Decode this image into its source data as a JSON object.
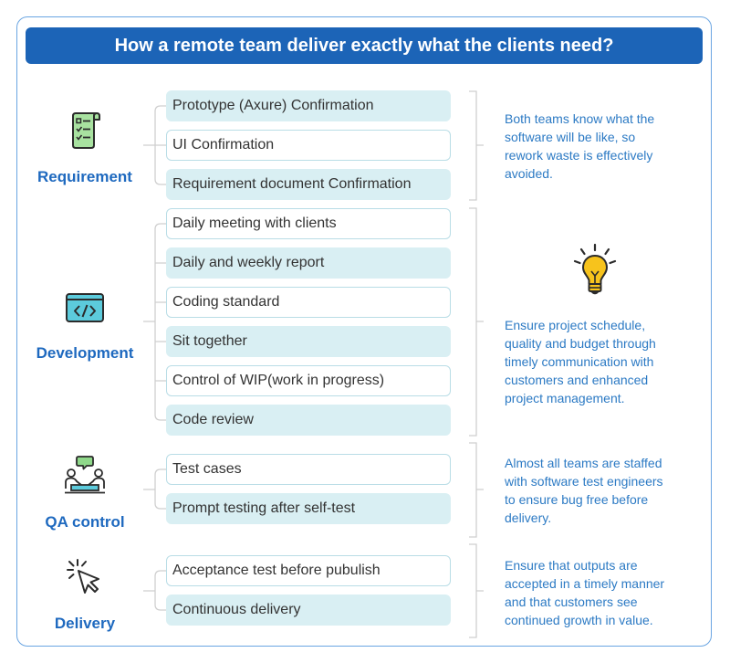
{
  "title": "How a remote team deliver exactly what the clients need?",
  "colors": {
    "title_bar": "#1c64b7",
    "frame": "#6aa5e2",
    "label": "#1e69bf",
    "description": "#2c7ac4",
    "item_fill": "#d9eff3",
    "item_border": "#b9dde6",
    "icon_green": "#a8e2a0",
    "icon_teal": "#5ccbdc",
    "icon_yellow": "#f7c31c"
  },
  "insight_icon": "lightbulb-icon",
  "sections": [
    {
      "label": "Requirement",
      "icon": "checklist-icon",
      "items": [
        "Prototype (Axure) Confirmation",
        "UI Confirmation",
        "Requirement document Confirmation"
      ],
      "description": [
        "Both teams know what the",
        "software will be like, so",
        "rework waste is effectively",
        "avoided."
      ]
    },
    {
      "label": "Development",
      "icon": "code-window-icon",
      "items": [
        "Daily meeting with clients",
        "Daily and weekly report",
        "Coding standard",
        "Sit together",
        "Control of WIP(work in progress)",
        "Code review"
      ],
      "description": [
        "Ensure project schedule,",
        "quality and budget through",
        "timely communication with",
        "customers and enhanced",
        "project management."
      ]
    },
    {
      "label": "QA control",
      "icon": "team-discussion-icon",
      "items": [
        "Test cases",
        "Prompt testing after self-test"
      ],
      "description": [
        "Almost all teams are staffed",
        "with software test engineers",
        "to ensure bug free before",
        "delivery."
      ]
    },
    {
      "label": "Delivery",
      "icon": "cursor-click-icon",
      "items": [
        "Acceptance test before pubulish",
        "Continuous delivery"
      ],
      "description": [
        "Ensure that outputs are",
        "accepted in a timely manner",
        "and that customers see",
        "continued growth in value."
      ]
    }
  ]
}
